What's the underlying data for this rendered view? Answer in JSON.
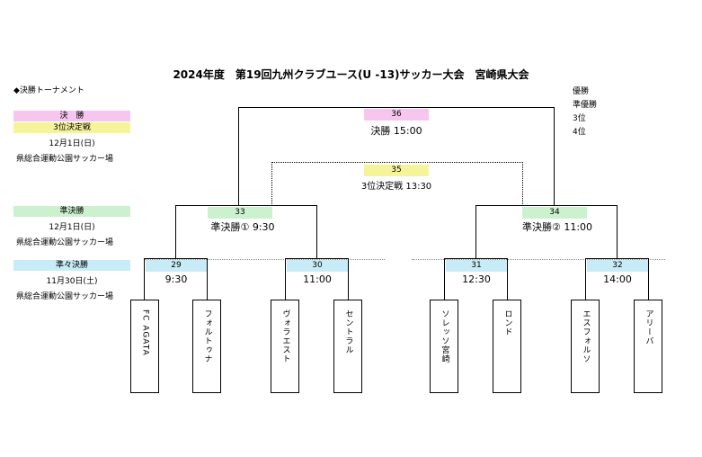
{
  "title": "2024年度　第19回九州クラブユース(U -13)サッカー大会　宮崎県大会",
  "section_label": "◆決勝トーナメント",
  "legend": {
    "final": "決　勝",
    "third_place": "3位決定戦",
    "final_date": "12月1日(日)",
    "final_venue": "県総合運動公園サッカー場",
    "semi": "準決勝",
    "semi_date": "12月1日(日)",
    "semi_venue": "県総合運動公園サッカー場",
    "quarter": "準々決勝",
    "quarter_date": "11月30日(土)",
    "quarter_venue": "県総合運動公園サッカー場"
  },
  "results": {
    "winner": "優勝",
    "runner_up": "準優勝",
    "third": "3位",
    "fourth": "4位"
  },
  "matches": {
    "m36": {
      "number": "36",
      "label": "決勝  15:00"
    },
    "m35": {
      "number": "35",
      "label": "3位決定戦  13:30"
    },
    "m33": {
      "number": "33",
      "label": "準決勝①  9:30"
    },
    "m34": {
      "number": "34",
      "label": "準決勝②  11:00"
    },
    "m29": {
      "number": "29",
      "label": "9:30"
    },
    "m30": {
      "number": "30",
      "label": "11:00"
    },
    "m31": {
      "number": "31",
      "label": "12:30"
    },
    "m32": {
      "number": "32",
      "label": "14:00"
    }
  },
  "teams": [
    "FC AGATA",
    "フォルトゥナ",
    "ヴォラエスト",
    "セントラル",
    "ソレッソ宮崎",
    "ロンド",
    "エスフォルソ",
    "アリーバ"
  ],
  "colors": {
    "final": "#f7c6ee",
    "third_place": "#f6f49a",
    "semi": "#cbf1cf",
    "quarter": "#c7ecf7"
  }
}
